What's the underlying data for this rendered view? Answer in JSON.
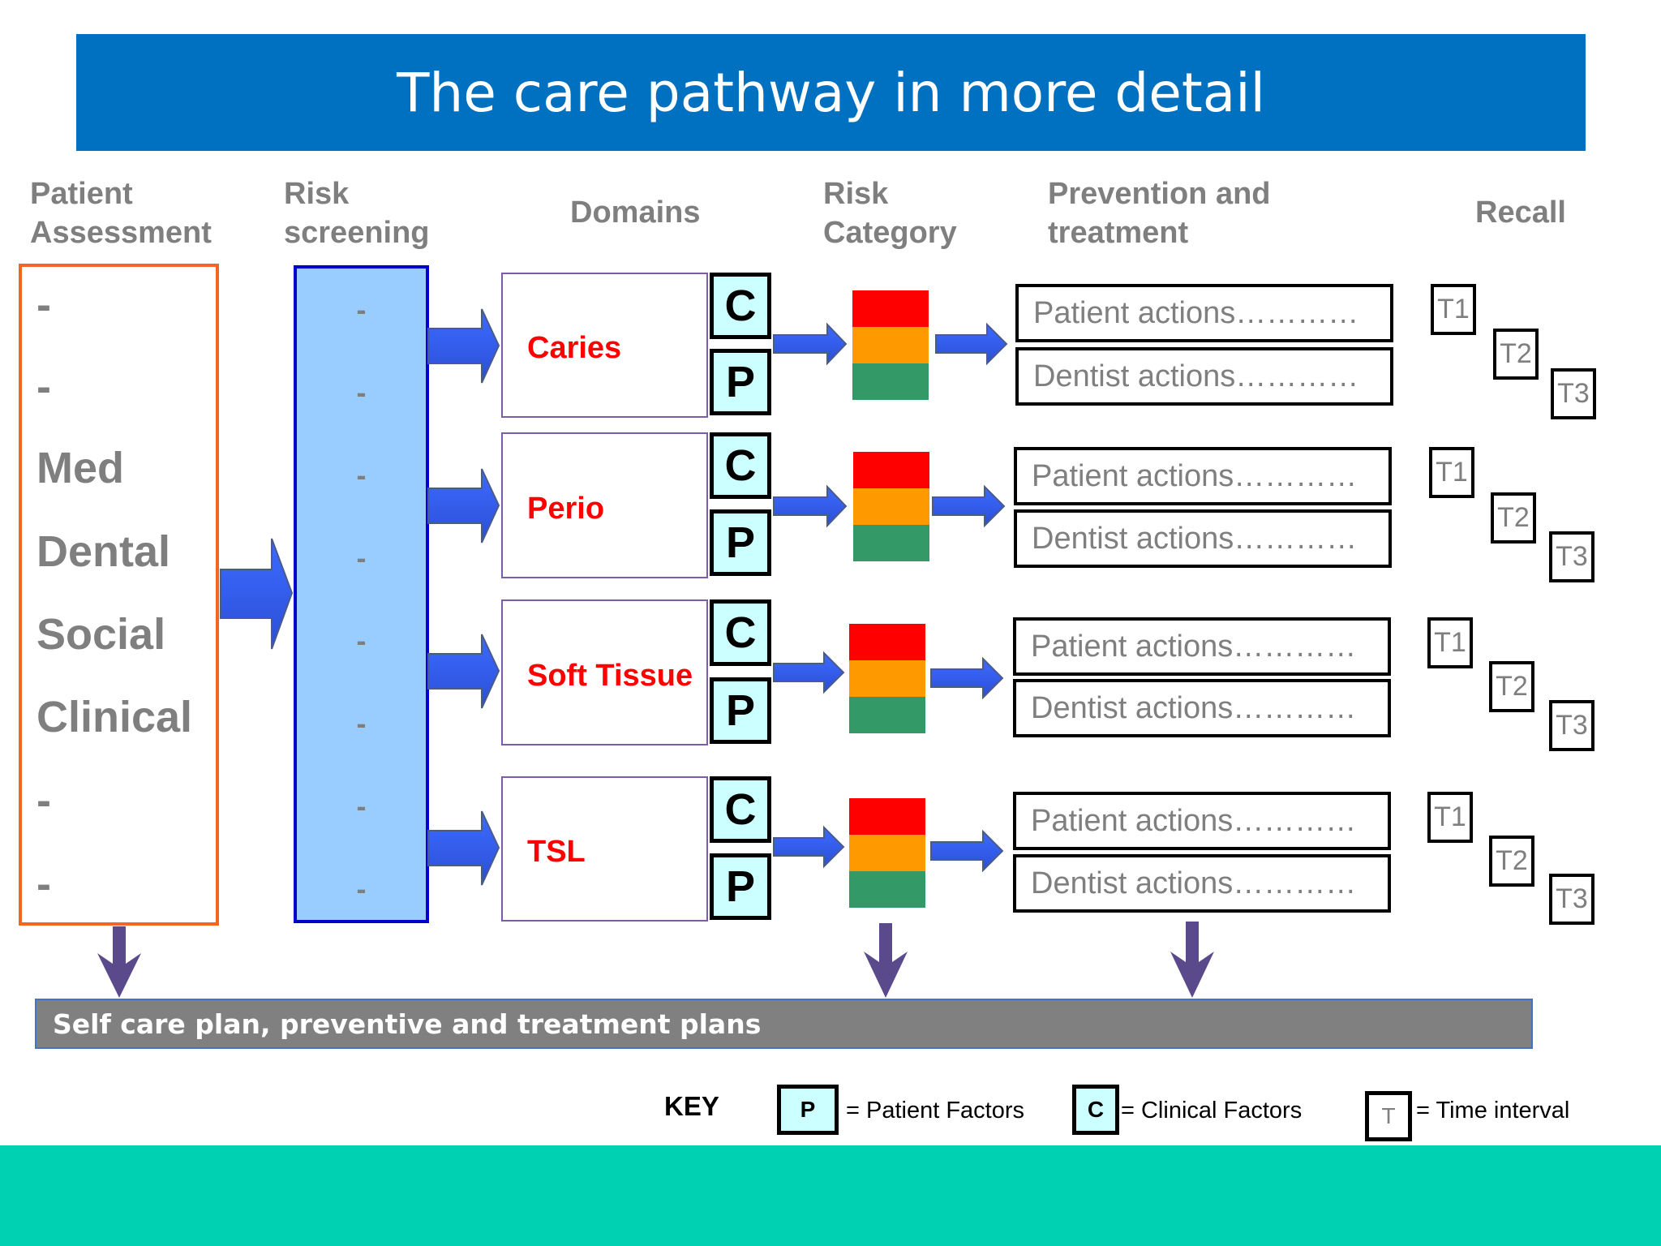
{
  "title": "The care pathway in more detail",
  "headers": {
    "patient_assessment": "Patient\nAssessment",
    "risk_screening": "Risk\nscreening",
    "domains": "Domains",
    "risk_category": "Risk\nCategory",
    "prevention": "Prevention and\ntreatment",
    "recall": "Recall"
  },
  "patient_assessment_items": [
    "-",
    "-",
    "Med",
    "Dental",
    "Social",
    "Clinical",
    "-",
    "-"
  ],
  "risk_screening_items": [
    "-",
    "-",
    "-",
    "-",
    "-",
    "-",
    "-",
    "-"
  ],
  "domains": [
    {
      "label": "Caries",
      "c": "C",
      "p": "P",
      "patient_action": "Patient actions…………",
      "dentist_action": "Dentist actions…………",
      "t1": "T1",
      "t2": "T2",
      "t3": "T3"
    },
    {
      "label": "Perio",
      "c": "C",
      "p": "P",
      "patient_action": "Patient actions…………",
      "dentist_action": "Dentist actions…………",
      "t1": "T1",
      "t2": "T2",
      "t3": "T3"
    },
    {
      "label": "Soft Tissue",
      "c": "C",
      "p": "P",
      "patient_action": "Patient actions…………",
      "dentist_action": "Dentist actions…………",
      "t1": "T1",
      "t2": "T2",
      "t3": "T3"
    },
    {
      "label": "TSL",
      "c": "C",
      "p": "P",
      "patient_action": "Patient actions…………",
      "dentist_action": "Dentist actions…………",
      "t1": "T1",
      "t2": "T2",
      "t3": "T3"
    }
  ],
  "risk_colors": {
    "high": "#ff0000",
    "medium": "#ff9900",
    "low": "#339966"
  },
  "plan_bar": "Self care plan, preventive and treatment plans",
  "key": {
    "title": "KEY",
    "p_symbol": "P",
    "p_label": "= Patient Factors",
    "c_symbol": "C",
    "c_label": "= Clinical Factors",
    "t_symbol": "T",
    "t_label": "= Time interval"
  }
}
